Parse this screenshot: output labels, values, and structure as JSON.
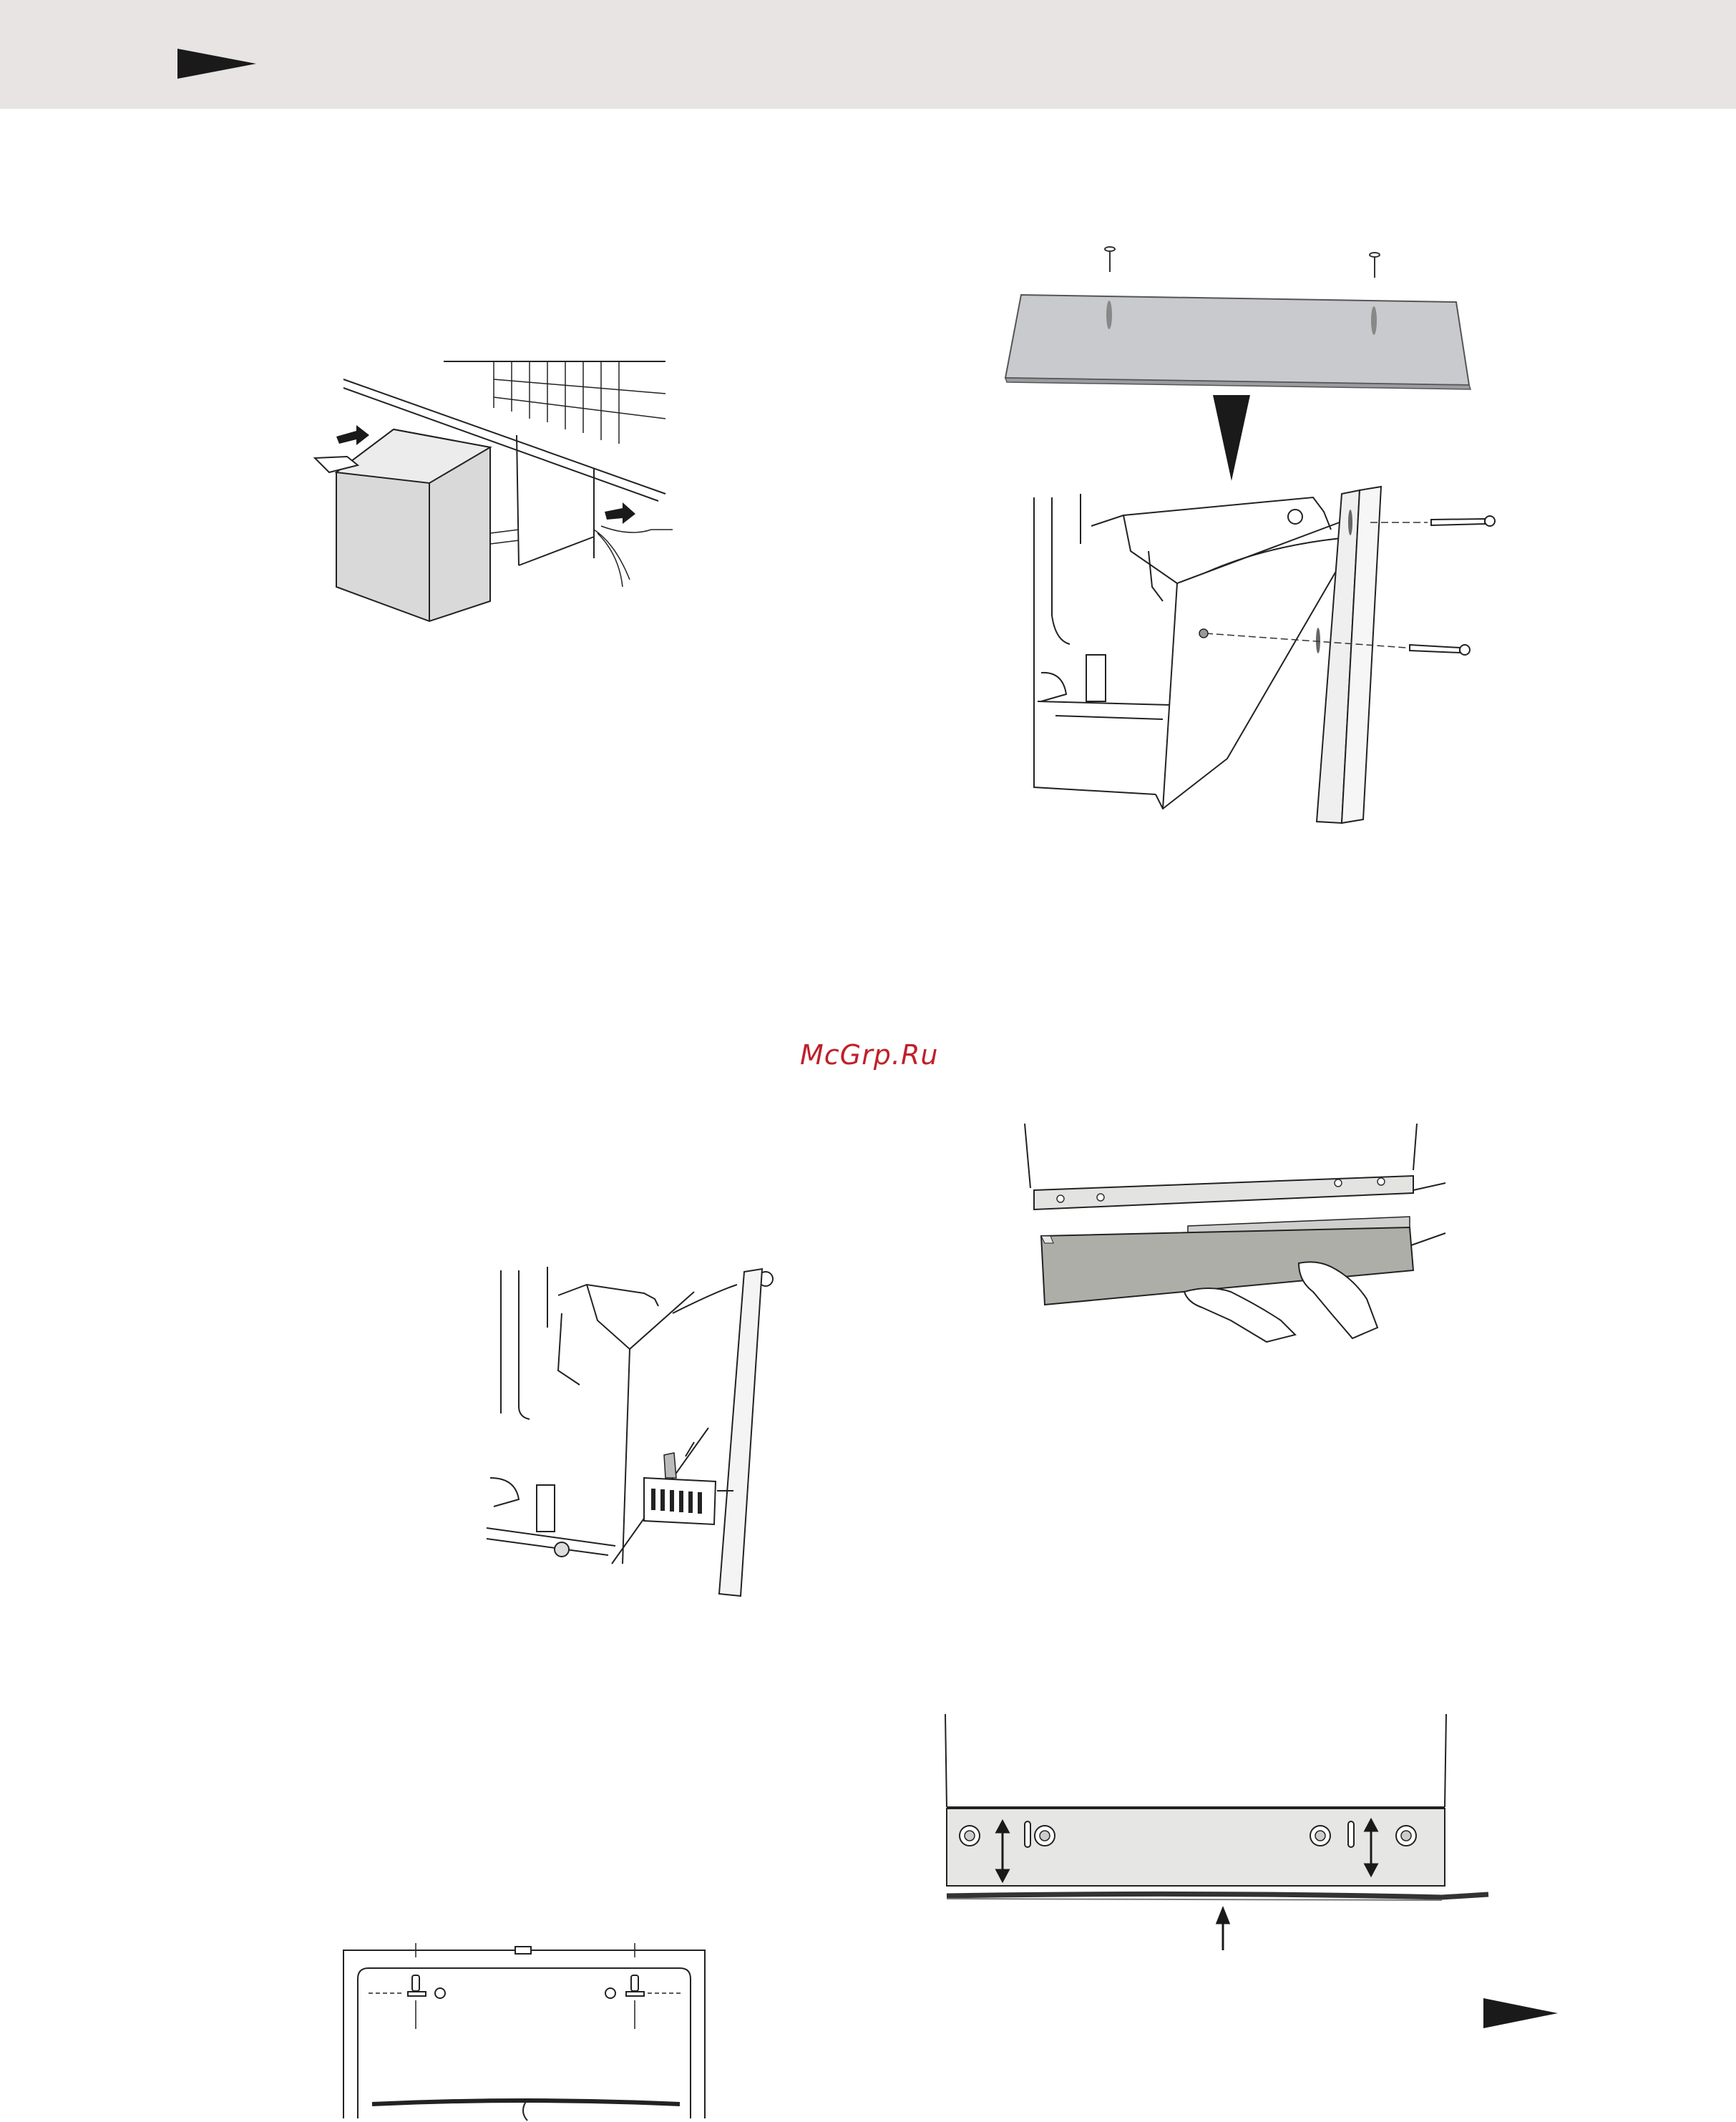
{
  "page": {
    "background": "#ffffff",
    "header_band_color": "#e7e4e3",
    "marker_color": "#1a1a1a"
  },
  "header": {
    "arrow_icon": "arrow-right-icon"
  },
  "watermark": {
    "text": "McGrp.Ru",
    "color": "#c0202a"
  },
  "figures": [
    {
      "id": "fig-push-dishwasher",
      "icon": "dishwasher-slide-in-illustration"
    },
    {
      "id": "fig-top-panel-screws",
      "icon": "top-panel-screw-illustration"
    },
    {
      "id": "fig-side-bracket",
      "icon": "side-bracket-illustration"
    },
    {
      "id": "fig-kick-plate",
      "icon": "kick-plate-hands-illustration"
    },
    {
      "id": "fig-door-template",
      "icon": "door-template-illustration"
    },
    {
      "id": "fig-toe-kick-height",
      "icon": "toe-kick-adjust-illustration"
    }
  ],
  "footer": {
    "arrow_icon": "arrow-right-icon"
  }
}
